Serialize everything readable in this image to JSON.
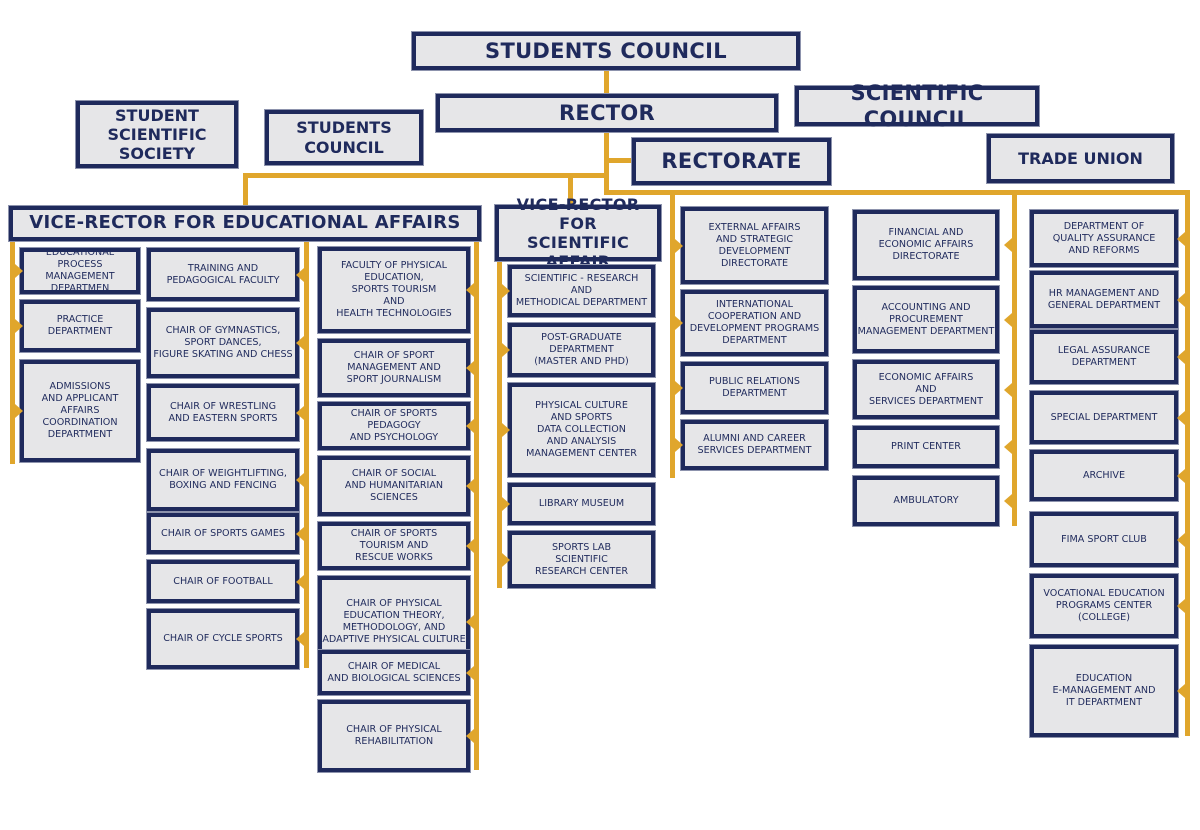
{
  "colors": {
    "box_border": "#1f2a5c",
    "box_fill": "#e6e6e8",
    "connector": "#e0a62c",
    "text": "#1f2a5c"
  },
  "top": {
    "students_council_main": "STUDENTS COUNCIL",
    "rector": "RECTOR",
    "scientific_council": "SCIENTIFIC COUNCIL",
    "rectorate": "RECTORATE",
    "trade_union": "TRADE UNION",
    "student_scientific_society": "STUDENT\nSCIENTIFIC\nSOCIETY",
    "students_council_side": "STUDENTS\nCOUNCIL"
  },
  "vice_rector_edu": {
    "title": "VICE-RECTOR FOR EDUCATIONAL AFFAIRS",
    "col1": [
      "EDUCATIONAL PROCESS\nMANAGEMENT\nDEPARTMEN",
      "PRACTICE DEPARTMENT",
      "ADMISSIONS\nAND APPLICANT\nAFFAIRS\nCOORDINATION\nDEPARTMENT"
    ],
    "col2": [
      "TRAINING AND\nPEDAGOGICAL FACULTY",
      "CHAIR OF GYMNASTICS,\nSPORT DANCES,\nFIGURE SKATING AND CHESS",
      "CHAIR OF WRESTLING\nAND EASTERN SPORTS",
      "CHAIR OF WEIGHTLIFTING,\nBOXING AND FENCING",
      "CHAIR OF SPORTS GAMES",
      "CHAIR OF FOOTBALL",
      "CHAIR OF CYCLE SPORTS"
    ],
    "col3": [
      "FACULTY OF PHYSICAL\nEDUCATION,\nSPORTS TOURISM\nAND\nHEALTH TECHNOLOGIES",
      "CHAIR OF SPORT\nMANAGEMENT AND\nSPORT JOURNALISM",
      "CHAIR OF SPORTS\nPEDAGOGY\nAND PSYCHOLOGY",
      "CHAIR OF SOCIAL\nAND HUMANITARIAN\nSCIENCES",
      "CHAIR OF SPORTS\nTOURISM AND\nRESCUE WORKS",
      "CHAIR OF PHYSICAL\nEDUCATION THEORY,\nMETHODOLOGY, AND\nADAPTIVE PHYSICAL CULTURE",
      "CHAIR OF MEDICAL\nAND BIOLOGICAL SCIENCES",
      "CHAIR OF PHYSICAL\nREHABILITATION"
    ]
  },
  "vice_rector_sci": {
    "title": "VICE-RECTOR FOR\nSCIENTIFIC AFFAIR",
    "items": [
      "SCIENTIFIC - RESEARCH\nAND\nMETHODICAL DEPARTMENT",
      "POST-GRADUATE\nDEPARTMENT\n(MASTER AND PHD)",
      "PHYSICAL CULTURE\nAND SPORTS\nDATA COLLECTION\nAND ANALYSIS\nMANAGEMENT CENTER",
      "LIBRARY MUSEUM",
      "SPORTS LAB\nSCIENTIFIC\nRESEARCH CENTER"
    ]
  },
  "external": [
    "EXTERNAL AFFAIRS\nAND STRATEGIC\nDEVELOPMENT\nDIRECTORATE",
    "INTERNATIONAL\nCOOPERATION AND\nDEVELOPMENT PROGRAMS\nDEPARTMENT",
    "PUBLIC RELATIONS\nDEPARTMENT",
    "ALUMNI AND CAREER\nSERVICES DEPARTMENT"
  ],
  "financial": [
    "FINANCIAL AND\nECONOMIC AFFAIRS\nDIRECTORATE",
    "ACCOUNTING AND\nPROCUREMENT\nMANAGEMENT DEPARTMENT",
    "ECONOMIC AFFAIRS\nAND\nSERVICES DEPARTMENT",
    "PRINT CENTER",
    "AMBULATORY"
  ],
  "other": [
    "DEPARTMENT OF\nQUALITY ASSURANCE\nAND REFORMS",
    "HR MANAGEMENT AND\nGENERAL DEPARTMENT",
    "LEGAL ASSURANCE\nDEPARTMENT",
    "SPECIAL DEPARTMENT",
    "ARCHIVE",
    "FIMA SPORT CLUB",
    "VOCATIONAL EDUCATION\nPROGRAMS CENTER\n(COLLEGE)",
    "EDUCATION\nE-MANAGEMENT AND\nIT DEPARTMENT"
  ]
}
